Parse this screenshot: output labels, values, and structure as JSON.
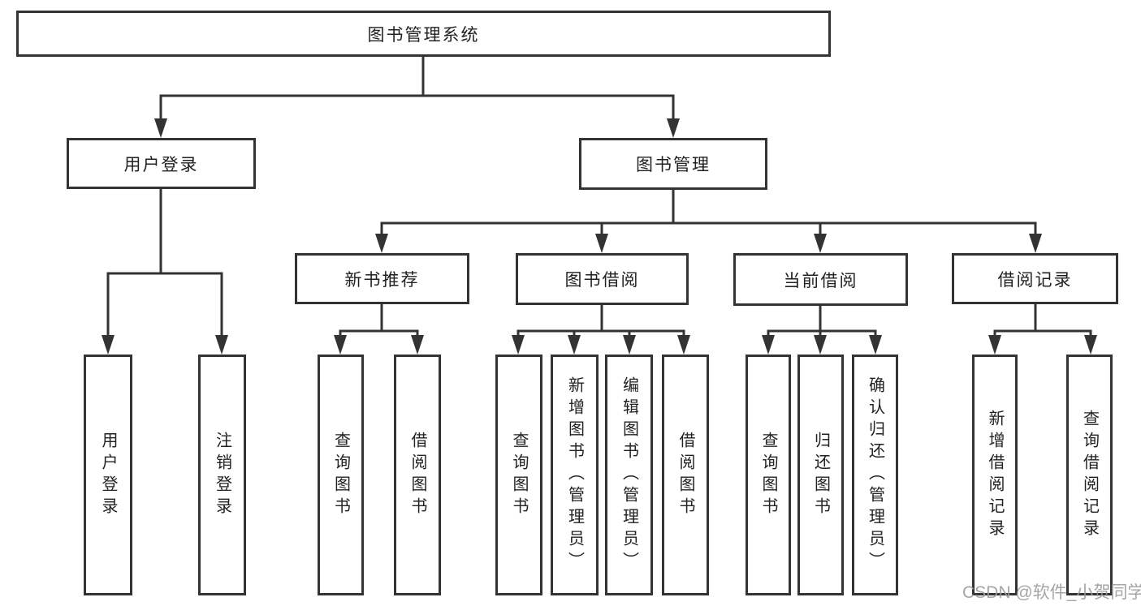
{
  "diagram": {
    "root": {
      "label": "图书管理系统"
    },
    "level2": [
      {
        "label": "用户登录",
        "children": [
          {
            "label": "用户登录"
          },
          {
            "label": "注销登录"
          }
        ]
      },
      {
        "label": "图书管理",
        "children": [
          {
            "label": "新书推荐",
            "children": [
              {
                "label": "查询图书"
              },
              {
                "label": "借阅图书"
              }
            ]
          },
          {
            "label": "图书借阅",
            "children": [
              {
                "label": "查询图书"
              },
              {
                "label": "新增图书（管理员）"
              },
              {
                "label": "编辑图书（管理员）"
              },
              {
                "label": "借阅图书"
              }
            ]
          },
          {
            "label": "当前借阅",
            "children": [
              {
                "label": "查询图书"
              },
              {
                "label": "归还图书"
              },
              {
                "label": "确认归还（管理员）"
              }
            ]
          },
          {
            "label": "借阅记录",
            "children": [
              {
                "label": "新增借阅记录"
              },
              {
                "label": "查询借阅记录"
              }
            ]
          }
        ]
      }
    ]
  },
  "watermark": {
    "text": "CSDN @软件_小贺同学"
  },
  "colors": {
    "line": "#333333",
    "box_border": "#333333",
    "text": "#222222",
    "background": "#ffffff",
    "watermark": "#9b9b9b"
  }
}
